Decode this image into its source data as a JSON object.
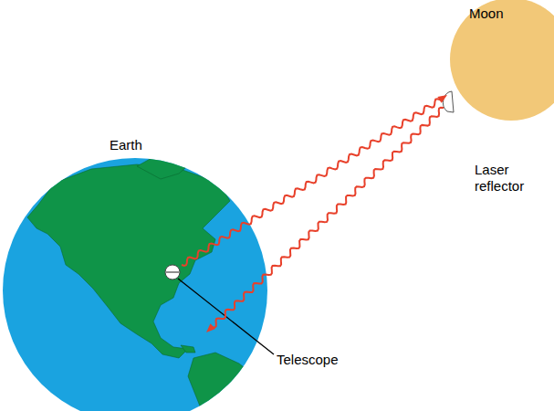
{
  "diagram": {
    "labels": [
      "Moon",
      "Earth",
      "Laser reflector",
      "Telescope"
    ]
  }
}
